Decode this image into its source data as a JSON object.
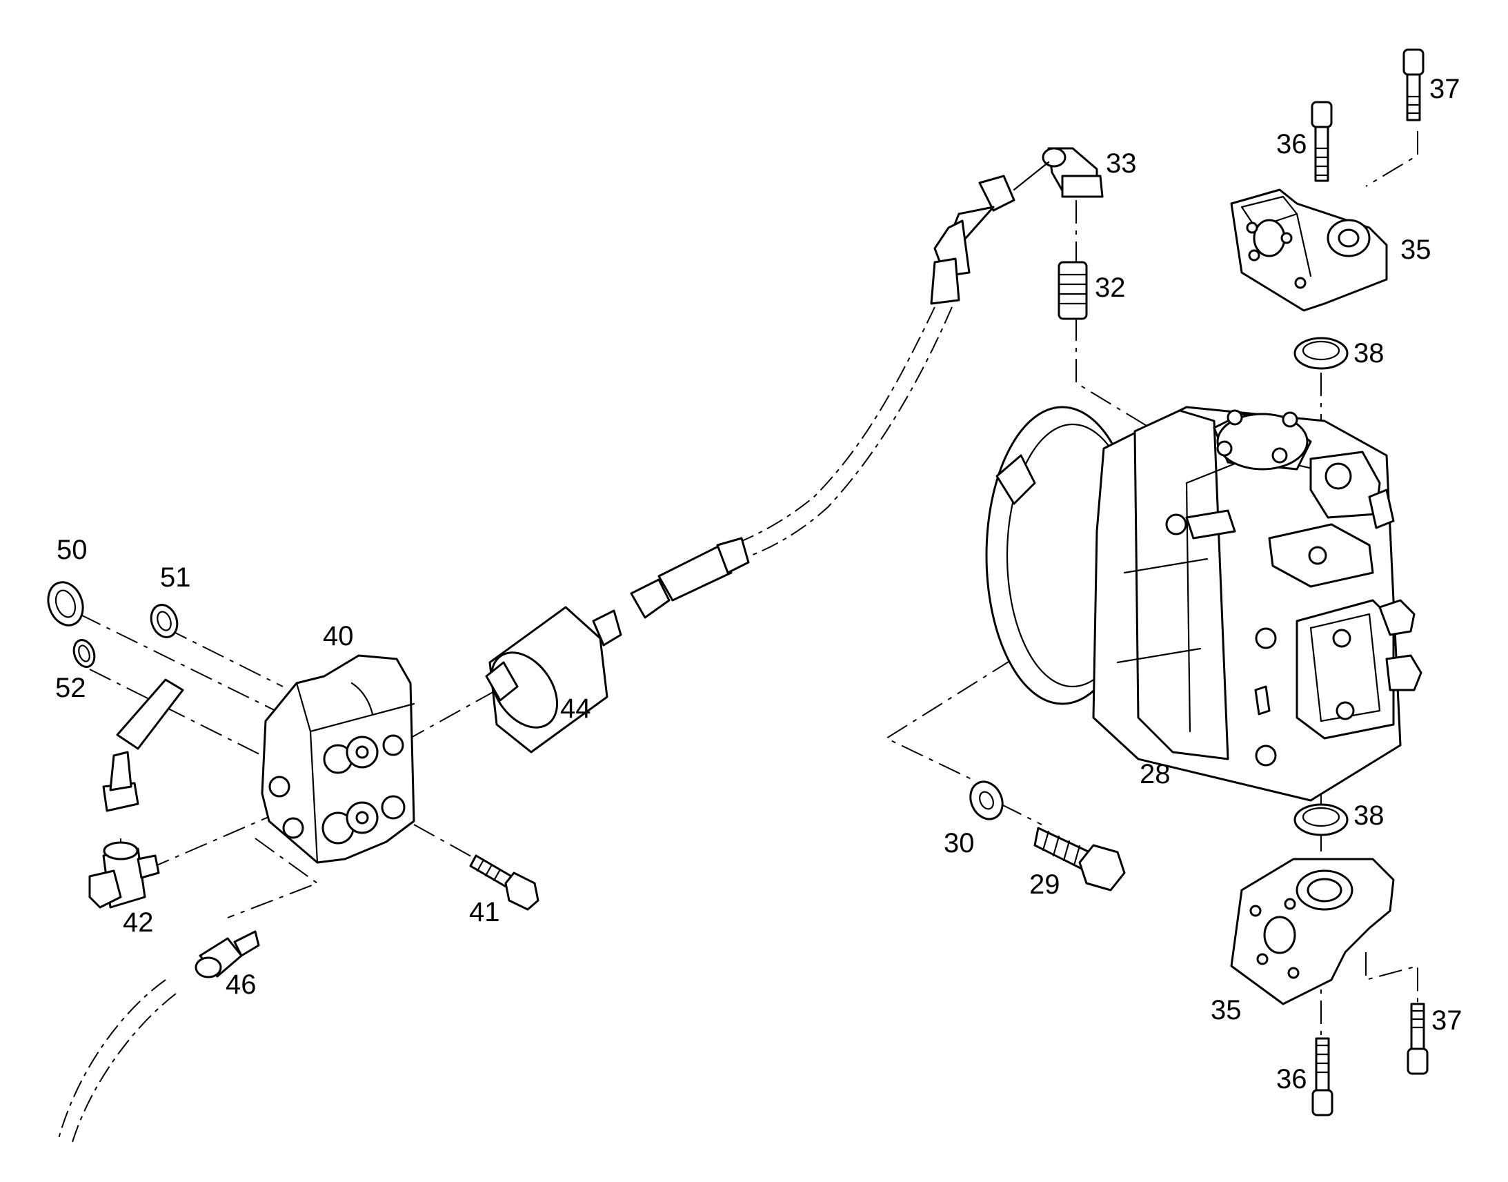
{
  "diagram": {
    "callouts": [
      {
        "id": "c28",
        "text": "28"
      },
      {
        "id": "c29",
        "text": "29"
      },
      {
        "id": "c30",
        "text": "30"
      },
      {
        "id": "c32",
        "text": "32"
      },
      {
        "id": "c33",
        "text": "33"
      },
      {
        "id": "c35a",
        "text": "35"
      },
      {
        "id": "c35b",
        "text": "35"
      },
      {
        "id": "c36a",
        "text": "36"
      },
      {
        "id": "c36b",
        "text": "36"
      },
      {
        "id": "c37a",
        "text": "37"
      },
      {
        "id": "c37b",
        "text": "37"
      },
      {
        "id": "c38a",
        "text": "38"
      },
      {
        "id": "c38b",
        "text": "38"
      },
      {
        "id": "c40",
        "text": "40"
      },
      {
        "id": "c41",
        "text": "41"
      },
      {
        "id": "c42",
        "text": "42"
      },
      {
        "id": "c44",
        "text": "44"
      },
      {
        "id": "c46",
        "text": "46"
      },
      {
        "id": "c50",
        "text": "50"
      },
      {
        "id": "c51",
        "text": "51"
      },
      {
        "id": "c52",
        "text": "52"
      }
    ]
  }
}
